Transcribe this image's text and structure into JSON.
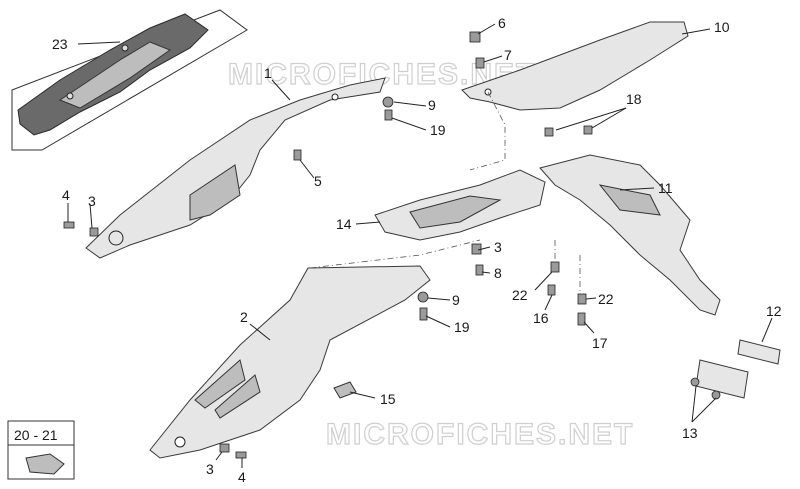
{
  "watermarks": [
    "MICROFICHES.NET",
    "MICROFICHES.NET"
  ],
  "callouts": {
    "c1": "1",
    "c2": "2",
    "c3a": "3",
    "c3b": "3",
    "c3c": "3",
    "c4a": "4",
    "c4b": "4",
    "c5": "5",
    "c6": "6",
    "c7": "7",
    "c8": "8",
    "c9a": "9",
    "c9b": "9",
    "c10": "10",
    "c11": "11",
    "c12": "12",
    "c13": "13",
    "c14": "14",
    "c15": "15",
    "c16": "16",
    "c17": "17",
    "c18": "18",
    "c19a": "19",
    "c19b": "19",
    "c22a": "22",
    "c22b": "22",
    "c23": "23"
  },
  "inset_box": {
    "label": "20 - 21"
  }
}
